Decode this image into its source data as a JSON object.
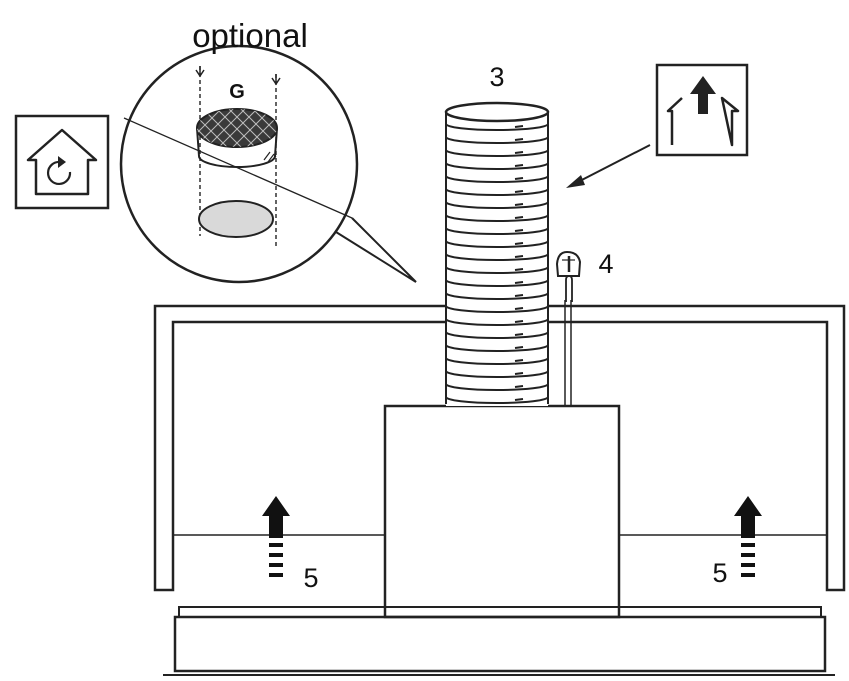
{
  "labels": {
    "optional": "optional",
    "filter": "G",
    "duct": "3",
    "connector": "4",
    "airflow_left": "5",
    "airflow_right": "5"
  },
  "icons": {
    "recirculation": "house-recirculation-icon",
    "extraction": "house-extraction-icon",
    "airflow": "upward-arrow-icon"
  },
  "colors": {
    "line": "#222222",
    "fill_light": "#d9d9d9",
    "background": "#ffffff"
  }
}
